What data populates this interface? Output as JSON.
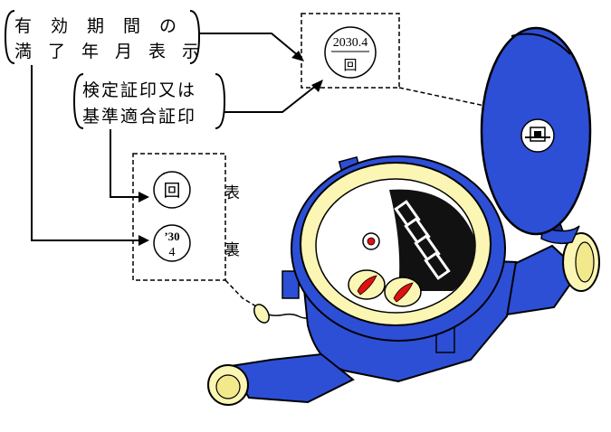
{
  "label_expiry": {
    "line1": [
      "有",
      "効",
      "期",
      "間",
      "の"
    ],
    "line2": [
      "満",
      "了",
      "年",
      "月",
      "表",
      "示"
    ]
  },
  "label_cert": {
    "line1": "検定証印又は",
    "line2": "基準適合証印"
  },
  "seal_large": {
    "date": "2030.4",
    "mark": "回"
  },
  "seal_front": {
    "mark": "回",
    "side_label": "表"
  },
  "seal_back": {
    "year": "’30",
    "month": "4",
    "side_label": "裏"
  },
  "meter_display": {
    "digit_windows": 4
  },
  "colors": {
    "meter_body": "#2c4fd6",
    "meter_body_dark": "#1a2f8c",
    "fitting": "#fbf6b4",
    "pointer": "#e01010",
    "face_dark": "#111111"
  }
}
